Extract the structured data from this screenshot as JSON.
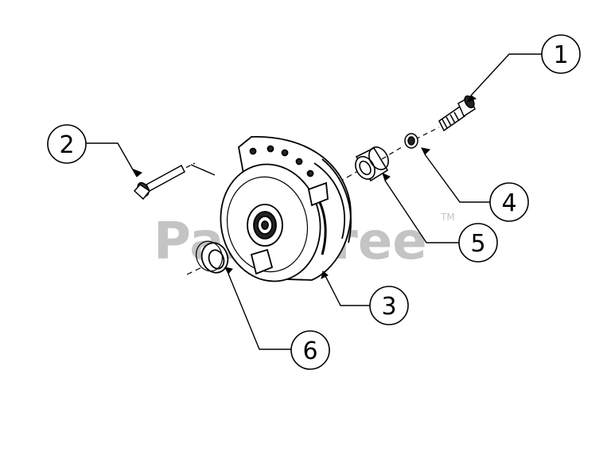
{
  "watermark": {
    "text": "PartsTree",
    "trademark": "TM"
  },
  "callouts": [
    {
      "id": "1",
      "label": "1",
      "part": "bolt"
    },
    {
      "id": "2",
      "label": "2",
      "part": "pin"
    },
    {
      "id": "3",
      "label": "3",
      "part": "clutch"
    },
    {
      "id": "4",
      "label": "4",
      "part": "washer"
    },
    {
      "id": "5",
      "label": "5",
      "part": "spacer"
    },
    {
      "id": "6",
      "label": "6",
      "part": "bearing"
    }
  ],
  "colors": {
    "line": "#000000",
    "watermark": "#c4c4c4",
    "background": "#ffffff"
  }
}
